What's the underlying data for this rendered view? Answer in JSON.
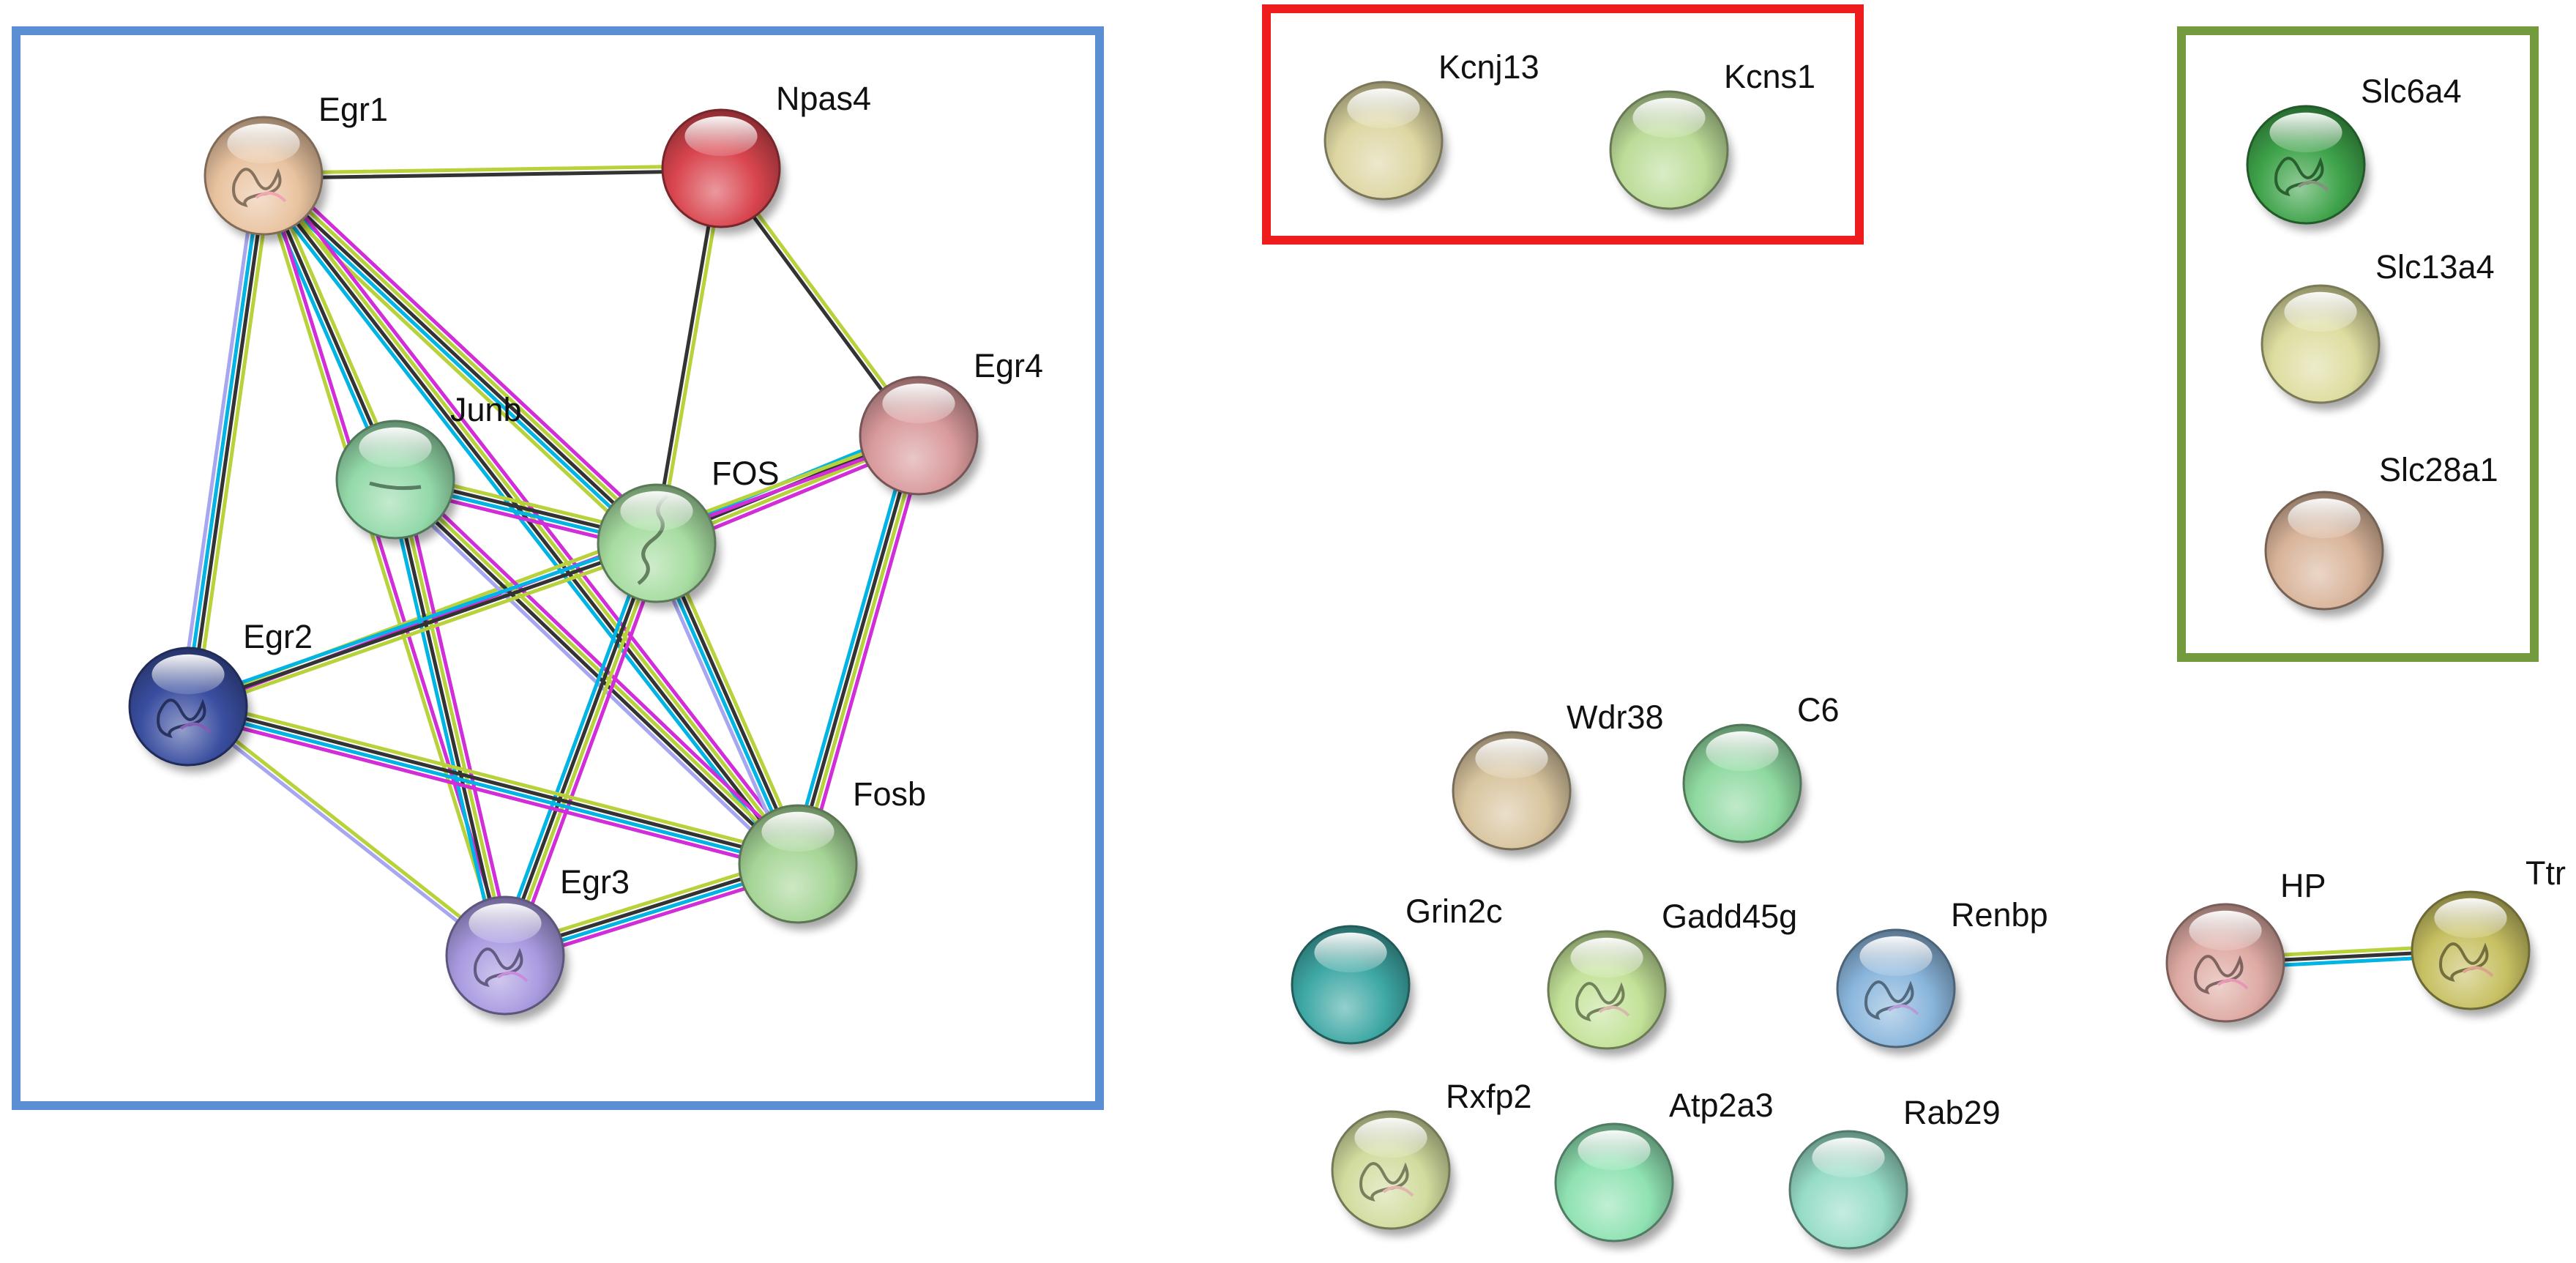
{
  "nodes": [
    {
      "id": "egr1",
      "label": "Egr1",
      "color": "#e9c3a0",
      "motif": "protein"
    },
    {
      "id": "npas4",
      "label": "Npas4",
      "color": "#d9454e",
      "motif": ""
    },
    {
      "id": "egr4",
      "label": "Egr4",
      "color": "#d99a9c",
      "motif": ""
    },
    {
      "id": "junb",
      "label": "Junb",
      "color": "#93d9a8",
      "motif": "strand"
    },
    {
      "id": "fos",
      "label": "FOS",
      "color": "#a6dca0",
      "motif": "helix"
    },
    {
      "id": "egr2",
      "label": "Egr2",
      "color": "#3a4ea0",
      "motif": "protein"
    },
    {
      "id": "fosb",
      "label": "Fosb",
      "color": "#a5d596",
      "motif": ""
    },
    {
      "id": "egr3",
      "label": "Egr3",
      "color": "#a99ae0",
      "motif": "protein"
    },
    {
      "id": "kcnj13",
      "label": "Kcnj13",
      "color": "#ddd6a2",
      "motif": ""
    },
    {
      "id": "kcns1",
      "label": "Kcns1",
      "color": "#bcdc98",
      "motif": ""
    },
    {
      "id": "slc6a4",
      "label": "Slc6a4",
      "color": "#3ea34a",
      "motif": "protein"
    },
    {
      "id": "slc13a4",
      "label": "Slc13a4",
      "color": "#dedda0",
      "motif": ""
    },
    {
      "id": "slc28a1",
      "label": "Slc28a1",
      "color": "#d9b49a",
      "motif": ""
    },
    {
      "id": "wdr38",
      "label": "Wdr38",
      "color": "#d8c49e",
      "motif": ""
    },
    {
      "id": "c6",
      "label": "C6",
      "color": "#8fd9a0",
      "motif": ""
    },
    {
      "id": "grin2c",
      "label": "Grin2c",
      "color": "#3ea8a4",
      "motif": ""
    },
    {
      "id": "gadd45g",
      "label": "Gadd45g",
      "color": "#c3e298",
      "motif": "protein"
    },
    {
      "id": "renbp",
      "label": "Renbp",
      "color": "#8ab6dc",
      "motif": "protein"
    },
    {
      "id": "hp",
      "label": "HP",
      "color": "#deaaa3",
      "motif": "protein"
    },
    {
      "id": "ttr",
      "label": "Ttr",
      "color": "#c7c062",
      "motif": "protein"
    },
    {
      "id": "rxfp2",
      "label": "Rxfp2",
      "color": "#d1dc9e",
      "motif": "protein"
    },
    {
      "id": "atp2a3",
      "label": "Atp2a3",
      "color": "#8fe2b2",
      "motif": ""
    },
    {
      "id": "rab29",
      "label": "Rab29",
      "color": "#96dcc6",
      "motif": ""
    }
  ],
  "edge_colors": {
    "database": "#00b4e4",
    "experimental": "#d12dd8",
    "textmining": "#b7d23a",
    "coexpression": "#333333",
    "homology": "#a7a6f0"
  },
  "edges": [
    {
      "source": "egr1",
      "target": "npas4",
      "types": [
        "textmining",
        "coexpression"
      ]
    },
    {
      "source": "egr1",
      "target": "egr2",
      "types": [
        "textmining",
        "coexpression",
        "database",
        "homology"
      ]
    },
    {
      "source": "egr1",
      "target": "junb",
      "types": [
        "textmining",
        "coexpression",
        "database"
      ]
    },
    {
      "source": "egr1",
      "target": "fos",
      "types": [
        "experimental",
        "textmining",
        "coexpression",
        "database",
        "textmining"
      ]
    },
    {
      "source": "egr1",
      "target": "fosb",
      "types": [
        "experimental",
        "textmining",
        "coexpression",
        "database"
      ]
    },
    {
      "source": "egr1",
      "target": "egr3",
      "types": [
        "experimental",
        "textmining"
      ]
    },
    {
      "source": "npas4",
      "target": "fos",
      "types": [
        "textmining",
        "coexpression"
      ]
    },
    {
      "source": "npas4",
      "target": "egr4",
      "types": [
        "textmining",
        "coexpression"
      ]
    },
    {
      "source": "egr4",
      "target": "fos",
      "types": [
        "experimental",
        "textmining",
        "coexpression",
        "database"
      ]
    },
    {
      "source": "egr4",
      "target": "fosb",
      "types": [
        "experimental",
        "textmining",
        "coexpression",
        "database"
      ]
    },
    {
      "source": "egr4",
      "target": "egr2",
      "types": [
        "experimental",
        "textmining"
      ]
    },
    {
      "source": "junb",
      "target": "fos",
      "types": [
        "textmining",
        "coexpression",
        "database",
        "experimental"
      ]
    },
    {
      "source": "junb",
      "target": "fosb",
      "types": [
        "experimental",
        "textmining",
        "coexpression",
        "homology"
      ]
    },
    {
      "source": "junb",
      "target": "egr3",
      "types": [
        "experimental",
        "textmining",
        "coexpression",
        "database"
      ]
    },
    {
      "source": "fos",
      "target": "egr2",
      "types": [
        "textmining",
        "coexpression",
        "database"
      ]
    },
    {
      "source": "fos",
      "target": "fosb",
      "types": [
        "textmining",
        "coexpression",
        "database",
        "homology"
      ]
    },
    {
      "source": "fos",
      "target": "egr3",
      "types": [
        "experimental",
        "textmining",
        "coexpression",
        "database"
      ]
    },
    {
      "source": "egr2",
      "target": "fosb",
      "types": [
        "textmining",
        "coexpression",
        "database",
        "experimental"
      ]
    },
    {
      "source": "egr2",
      "target": "egr3",
      "types": [
        "textmining",
        "homology"
      ]
    },
    {
      "source": "egr3",
      "target": "fosb",
      "types": [
        "textmining",
        "coexpression",
        "database",
        "experimental"
      ]
    },
    {
      "source": "hp",
      "target": "ttr",
      "types": [
        "textmining",
        "coexpression",
        "database"
      ]
    }
  ],
  "groups": [
    {
      "id": "main-cluster",
      "color": "#5b8fd3"
    },
    {
      "id": "potassium-channels",
      "color": "#ee1c1c"
    },
    {
      "id": "solute-carriers",
      "color": "#739a3d"
    }
  ]
}
